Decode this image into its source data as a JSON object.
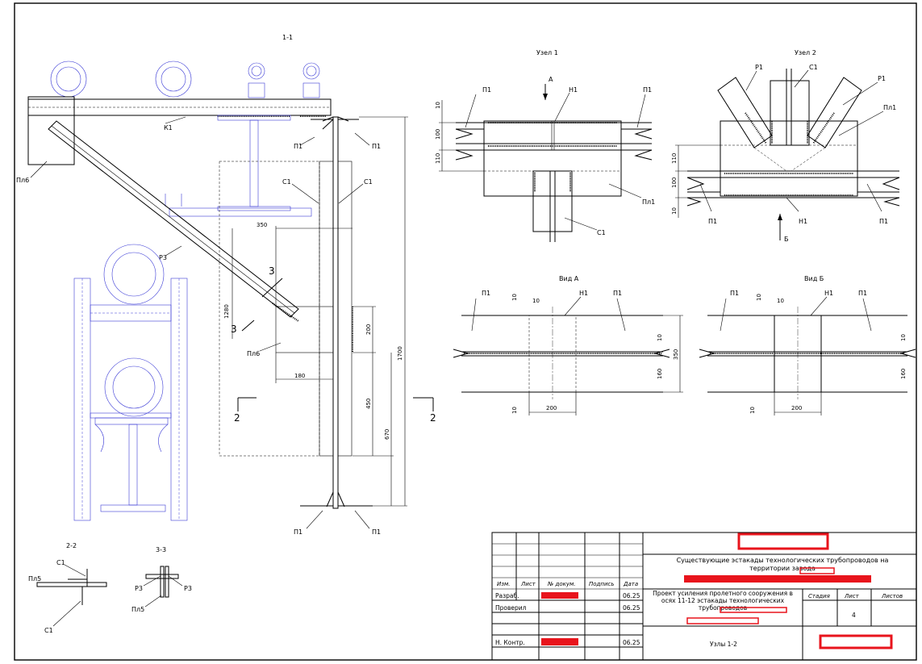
{
  "views": {
    "section_1": "1-1",
    "section_2": "2-2",
    "section_3": "3-3",
    "node_1": "Узел 1",
    "node_2": "Узел 2",
    "view_a": "Вид А",
    "view_b": "Вид Б"
  },
  "markers": {
    "cut_2": "2",
    "cut_3": "3",
    "arrow_a": "А",
    "arrow_b": "Б"
  },
  "parts": {
    "p1": "П1",
    "n1": "Н1",
    "c1": "С1",
    "k1": "К1",
    "p3": "Р3",
    "p1_rib": "Р1",
    "pl1": "Пл1",
    "pl5": "Пл5",
    "pl6": "Пл6"
  },
  "dimensions": {
    "d10": "10",
    "d100": "100",
    "d110": "110",
    "d160": "160",
    "d180": "180",
    "d200": "200",
    "d350": "350",
    "d450": "450",
    "d670": "670",
    "d1280": "1280",
    "d1700": "1700"
  },
  "title_block": {
    "headers": {
      "izm": "Изм.",
      "list": "Лист",
      "doc_no": "№ докум.",
      "signature": "Подпись",
      "date": "Дата"
    },
    "rows": [
      {
        "role": "Разраб.",
        "date": "06.25"
      },
      {
        "role": "Проверил",
        "date": "06.25"
      },
      {
        "role": "Н. Контр.",
        "date": "06.25"
      }
    ],
    "object_title": "Существующие эстакады технологических трубопроводов на территории завода",
    "project_title": "Проект усиления пролетного сооружения в осях 11-12 эстакады технологических трубопроводов",
    "stage_header": "Стадия",
    "sheet_header": "Лист",
    "sheets_header": "Листов",
    "sheet_number": "4",
    "drawing_name": "Узлы 1-2"
  },
  "colors": {
    "redaction": "#e8141c",
    "existing_structure": "#3b3bd6",
    "line": "#000000"
  }
}
